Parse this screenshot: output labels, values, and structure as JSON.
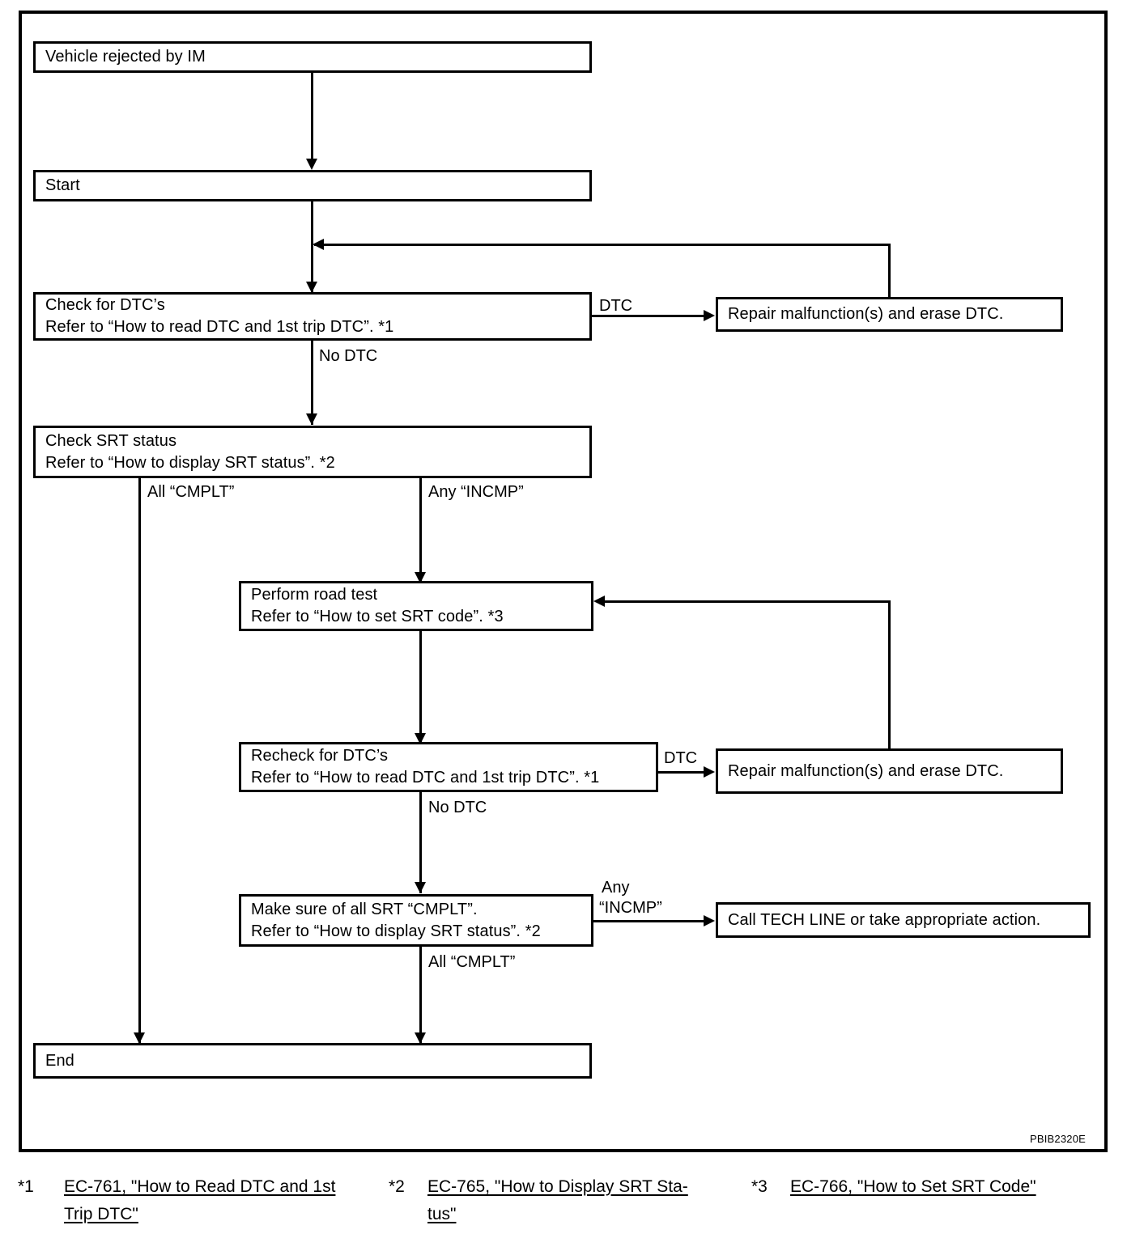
{
  "figure": {
    "code": "PBIB2320E",
    "nodes": {
      "vehicle_rejected": {
        "lines": [
          "Vehicle rejected by IM"
        ]
      },
      "start": {
        "lines": [
          "Start"
        ]
      },
      "check_dtc": {
        "lines": [
          "Check for DTC’s",
          "Refer to “How to read DTC and 1st trip DTC”. *1"
        ]
      },
      "repair_1": {
        "lines": [
          "Repair malfunction(s) and erase DTC."
        ]
      },
      "check_srt": {
        "lines": [
          "Check SRT status",
          "Refer to “How to display SRT status”. *2"
        ]
      },
      "road_test": {
        "lines": [
          "Perform road test",
          "Refer to “How to set SRT code”. *3"
        ]
      },
      "recheck_dtc": {
        "lines": [
          "Recheck for DTC’s",
          "Refer to “How to read DTC and 1st trip DTC”. *1"
        ]
      },
      "repair_2": {
        "lines": [
          "Repair malfunction(s) and erase DTC."
        ]
      },
      "make_sure_srt": {
        "lines": [
          "Make sure of all SRT “CMPLT”.",
          "Refer to “How to display SRT status”. *2"
        ]
      },
      "call_tech_line": {
        "lines": [
          "Call TECH LINE or take appropriate action."
        ]
      },
      "end": {
        "lines": [
          "End"
        ]
      }
    },
    "edge_labels": {
      "dtc_1": "DTC",
      "no_dtc_1": "No DTC",
      "all_cmplt_1": "All “CMPLT”",
      "any_incmp_1": "Any “INCMP”",
      "dtc_2": "DTC",
      "no_dtc_2": "No DTC",
      "any_incmp_2_l1": "Any",
      "any_incmp_2_l2": "“INCMP”",
      "all_cmplt_2": "All “CMPLT”"
    }
  },
  "footnotes": [
    {
      "mark": "*1",
      "lines": [
        "EC-761, \"How to Read DTC and 1st ",
        "Trip DTC\""
      ]
    },
    {
      "mark": "*2",
      "lines": [
        "EC-765, \"How to Display SRT Sta-",
        "tus\""
      ]
    },
    {
      "mark": "*3",
      "lines": [
        "EC-766, \"How to Set SRT Code\""
      ]
    }
  ]
}
